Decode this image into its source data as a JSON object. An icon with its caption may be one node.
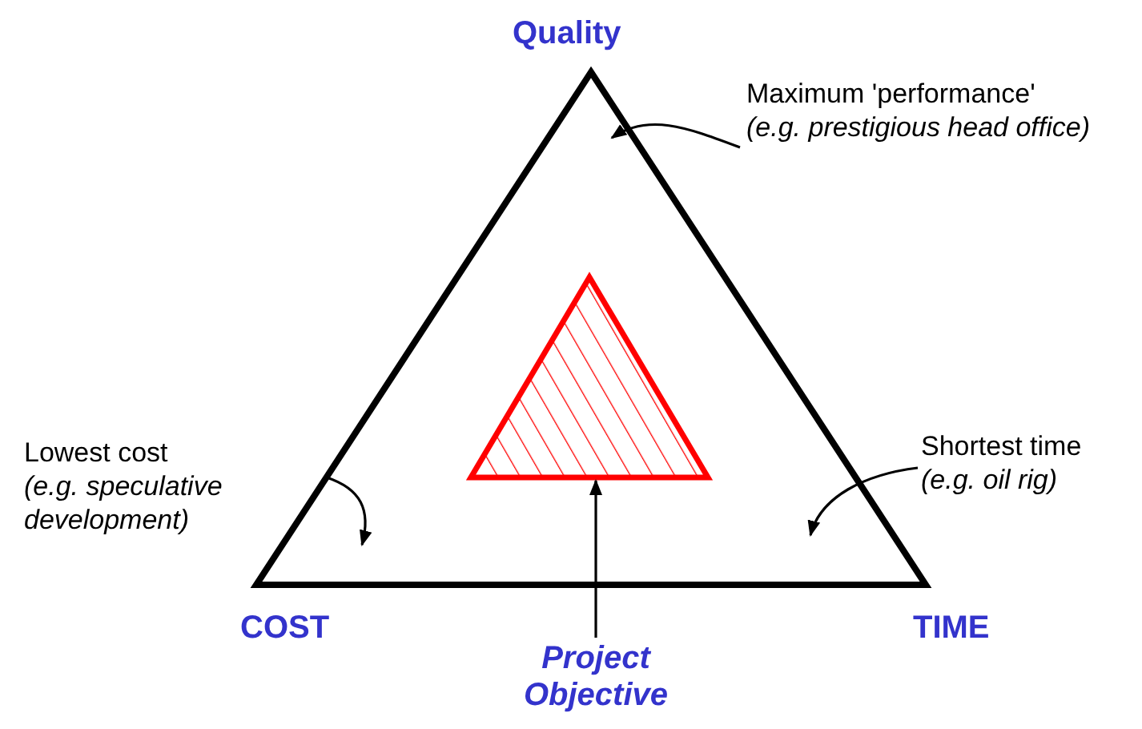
{
  "diagram": {
    "nodes": [
      {
        "text": [],
        "shape": "triangle"
      },
      {
        "text": [],
        "shape": "triangle",
        "in": 0
      },
      {
        "text": [
          "Maximum 'performance'",
          "(e.g. prestigious head office)"
        ]
      },
      {
        "text": [
          "Lowest cost",
          "(e.g. speculative development)"
        ]
      },
      {
        "text": [
          "Shortest time",
          "(e.g. oil rig)"
        ]
      },
      {
        "text": [
          "Project Objective"
        ]
      }
    ],
    "edges": [
      {
        "from": 2,
        "to": 0,
        "arrow": "to"
      },
      {
        "from": 3,
        "to": 0,
        "arrow": "to"
      },
      {
        "from": 4,
        "to": 0,
        "arrow": "to"
      },
      {
        "from": 5,
        "to": 1,
        "arrow": "to"
      }
    ],
    "labels": [
      "Quality",
      "COST",
      "TIME"
    ]
  }
}
